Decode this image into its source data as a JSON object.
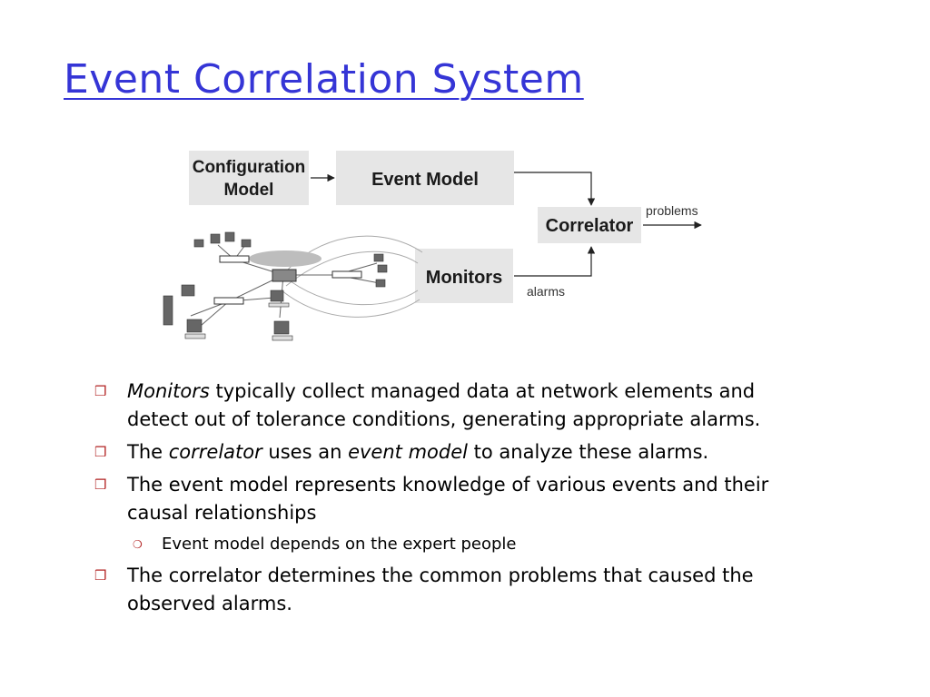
{
  "slide": {
    "title": "Event Correlation System"
  },
  "diagram": {
    "config_model_line1": "Configuration",
    "config_model_line2": "Model",
    "event_model": "Event  Model",
    "correlator": "Correlator",
    "monitors": "Monitors",
    "problems_label": "problems",
    "alarms_label": "alarms"
  },
  "bullets": {
    "b1_em": "Monitors",
    "b1_rest": " typically collect managed data at network elements and detect out of tolerance conditions, generating appropriate alarms.",
    "b2_pre": "The ",
    "b2_em1": "correlator",
    "b2_mid": " uses an ",
    "b2_em2": "event model",
    "b2_post": " to analyze these alarms.",
    "b3": "The event model represents knowledge of various events and their causal relationships",
    "b3_sub": "Event model depends on the expert people",
    "b4": "The correlator determines the common problems that caused the observed alarms."
  },
  "colors": {
    "title": "#3535d6",
    "bullet_marker": "#b22222",
    "box_fill": "#e6e6e6"
  },
  "icons": {
    "bullet": "square-bullet-icon",
    "sub_bullet": "circle-bullet-icon"
  }
}
